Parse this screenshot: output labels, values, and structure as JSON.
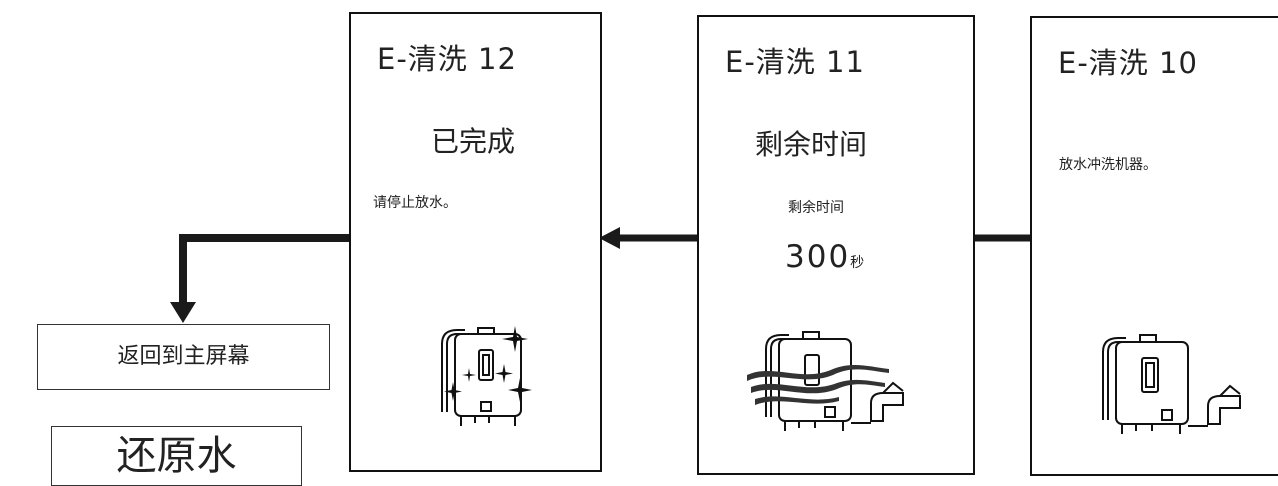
{
  "panels": [
    {
      "title": "E-清洗 12",
      "heading": "已完成",
      "message": "请停止放水。",
      "device_state": "sparkle-clean"
    },
    {
      "title": "E-清洗 11",
      "heading": "剩余时间",
      "label": "剩余时间",
      "count": "300",
      "unit": "秒",
      "device_state": "wave-flush"
    },
    {
      "title": "E-清洗 10",
      "message": "放水冲洗机器。",
      "device_state": "plain"
    }
  ],
  "boxes": {
    "return_home": "返回到主屏幕",
    "restore_water": "还原水"
  },
  "colors": {
    "line": "#111111",
    "arrow": "#1a1a1a",
    "text": "#222222"
  }
}
